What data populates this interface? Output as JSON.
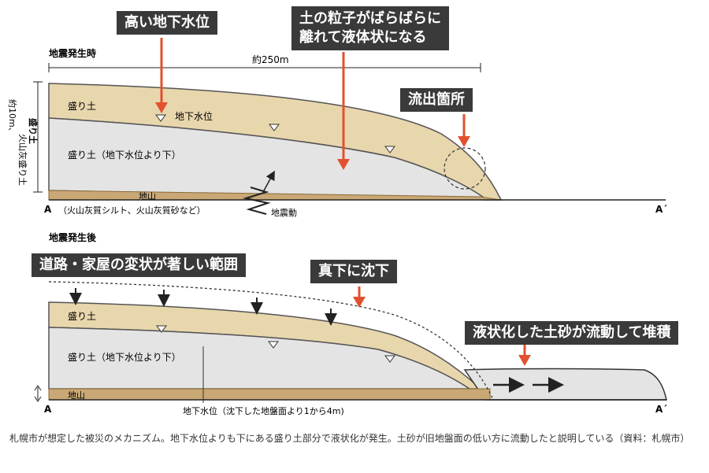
{
  "diagram": {
    "top": {
      "section_label": "地震発生時",
      "width_label": "約250m",
      "height_label_lines": [
        "約10m、",
        "火山灰盛り土"
      ],
      "height_label_vertical": "盛り土",
      "layer_upper": "盛り土",
      "layer_lower": "盛り土（地下水位より下）",
      "groundwater_label": "地下水位",
      "base_layer": "地山",
      "base_layer_note": "（火山灰質シルト、火山灰質砂など）",
      "quake_label": "地震動",
      "point_left": "A",
      "point_right": "A´",
      "callout_groundwater": "高い地下水位",
      "callout_liquefaction": [
        "土の粒子がばらばらに",
        "離れて液体状になる"
      ],
      "callout_outflow": "流出箇所"
    },
    "bottom": {
      "section_label": "地震発生後",
      "layer_upper": "盛り土",
      "layer_lower": "盛り土（地下水位より下）",
      "base_layer": "地山",
      "groundwater_note": "地下水位（沈下した地盤面より1から4m)",
      "point_left": "A",
      "point_right": "A´",
      "callout_damage": "道路・家屋の変状が著しい範囲",
      "callout_subsidence": "真下に沈下",
      "callout_flow": "液状化した土砂が流動して堆積"
    },
    "colors": {
      "upper_fill": "#e8d6ad",
      "lower_fill": "#e4e4e4",
      "base_fill": "#c9a876",
      "callout_bg": "#3a3a3a",
      "arrow_red": "#e2512f"
    }
  },
  "caption": "札幌市が想定した被災のメカニズム。地下水位よりも下にある盛り土部分で液状化が発生。土砂が旧地盤面の低い方に流動したと説明している（資料：札幌市）"
}
